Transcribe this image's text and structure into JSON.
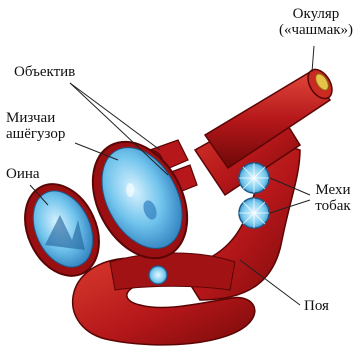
{
  "labels": {
    "eyepiece_line1": "Окуляр",
    "eyepiece_line2": "(«чашмак»)",
    "objective": "Объектив",
    "stage_line1": "Мизчаи",
    "stage_line2": "ашёгузор",
    "mirror": "Оина",
    "screws_line1": "Мехи",
    "screws_line2": "тобак",
    "foot": "Поя"
  },
  "colors": {
    "body_dark": "#7a0a0a",
    "body_main": "#b5171a",
    "body_light": "#d83a2e",
    "glass": "#6fc3ec",
    "glass_dark": "#1f6fb3",
    "leader": "#222222"
  }
}
